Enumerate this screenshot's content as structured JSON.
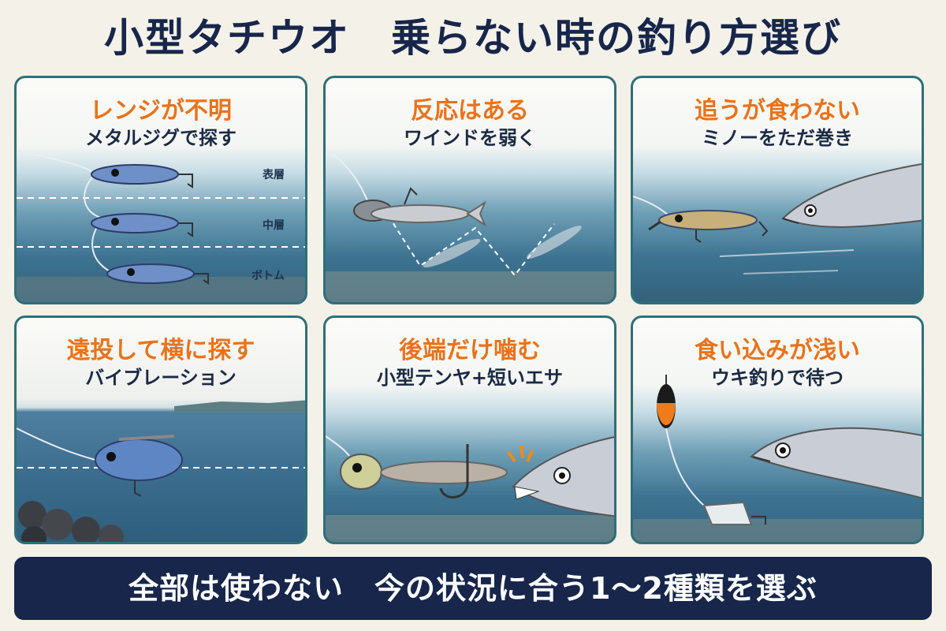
{
  "title": "小型タチウオ　乗らない時の釣り方選び",
  "panels": [
    {
      "heading": "レンジが不明",
      "method": "メタルジグで探す",
      "depth_labels": [
        "表層",
        "中層",
        "ボトム"
      ]
    },
    {
      "heading": "反応はある",
      "method": "ワインドを弱く"
    },
    {
      "heading": "追うが食わない",
      "method": "ミノーをただ巻き"
    },
    {
      "heading": "遠投して横に探す",
      "method": "バイブレーション"
    },
    {
      "heading": "後端だけ噛む",
      "method": "小型テンヤ+短いエサ"
    },
    {
      "heading": "食い込みが浅い",
      "method": "ウキ釣りで待つ"
    }
  ],
  "banner": "全部は使わない　今の状況に合う1～2種類を選ぶ",
  "colors": {
    "accent": "#e8731c",
    "navy": "#17264a",
    "border": "#2f6f78"
  }
}
